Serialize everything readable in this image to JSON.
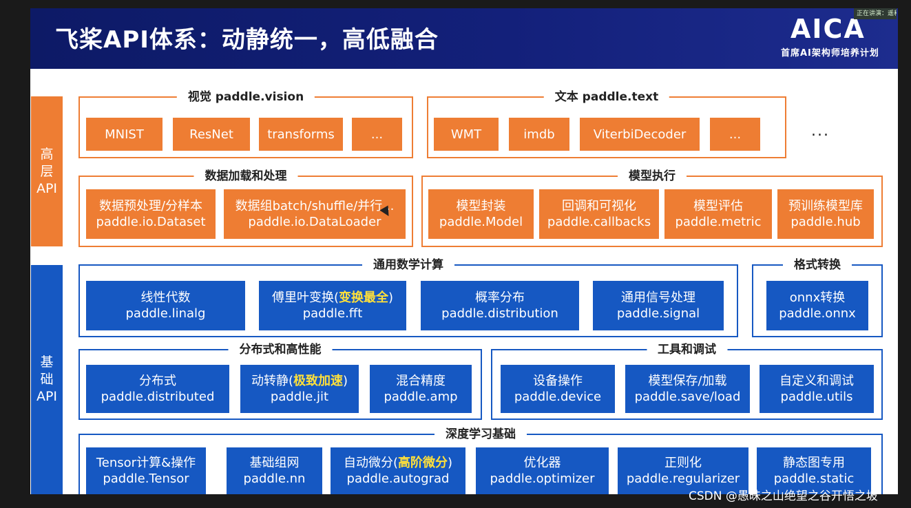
{
  "banner": {
    "title": "飞桨API体系：动静统一，高低融合",
    "brand_name": "AICA",
    "brand_sub": "首席AI架构师培养计划",
    "eval_badge": "正在讲演：遥和"
  },
  "sides": {
    "high_line1": "高",
    "high_line2": "层",
    "high_line3": "API",
    "base_line1": "基",
    "base_line2": "础",
    "base_line3": "API"
  },
  "groups": {
    "vision": {
      "label": "视觉 paddle.vision",
      "items": [
        "MNIST",
        "ResNet",
        "transforms",
        "..."
      ]
    },
    "text": {
      "label": "文本 paddle.text",
      "items": [
        "WMT",
        "imdb",
        "ViterbiDecoder",
        "..."
      ]
    },
    "more": "...",
    "data": {
      "label": "数据加载和处理",
      "items": [
        {
          "line1": "数据预处理/分样本",
          "line2": "paddle.io.Dataset"
        },
        {
          "line1": "数据组batch/shuffle/并行...",
          "line2": "paddle.io.DataLoader"
        }
      ]
    },
    "model": {
      "label": "模型执行",
      "items": [
        {
          "line1": "模型封装",
          "line2": "paddle.Model"
        },
        {
          "line1": "回调和可视化",
          "line2": "paddle.callbacks"
        },
        {
          "line1": "模型评估",
          "line2": "paddle.metric"
        },
        {
          "line1": "预训练模型库",
          "line2": "paddle.hub"
        }
      ]
    },
    "math": {
      "label": "通用数学计算",
      "items": [
        {
          "line1": "线性代数",
          "line2": "paddle.linalg"
        },
        {
          "line1a": "傅里叶变换(",
          "line1b": "变换最全",
          "line1c": ")",
          "line2": "paddle.fft"
        },
        {
          "line1": "概率分布",
          "line2": "paddle.distribution"
        },
        {
          "line1": "通用信号处理",
          "line2": "paddle.signal"
        }
      ]
    },
    "format": {
      "label": "格式转换",
      "items": [
        {
          "line1": "onnx转换",
          "line2": "paddle.onnx"
        }
      ]
    },
    "dist": {
      "label": "分布式和高性能",
      "items": [
        {
          "line1": "分布式",
          "line2": "paddle.distributed"
        },
        {
          "line1a": "动转静(",
          "line1b": "极致加速",
          "line1c": ")",
          "line2": "paddle.jit"
        },
        {
          "line1": "混合精度",
          "line2": "paddle.amp"
        }
      ]
    },
    "tools": {
      "label": "工具和调试",
      "items": [
        {
          "line1": "设备操作",
          "line2": "paddle.device"
        },
        {
          "line1": "模型保存/加载",
          "line2": "paddle.save/load"
        },
        {
          "line1": "自定义和调试",
          "line2": "paddle.utils"
        }
      ]
    },
    "dl": {
      "label": "深度学习基础",
      "items": [
        {
          "line1": "Tensor计算&操作",
          "line2": "paddle.Tensor"
        },
        {
          "line1": "基础组网",
          "line2": "paddle.nn"
        },
        {
          "line1a": "自动微分(",
          "line1b": "高阶微分",
          "line1c": ")",
          "line2": "paddle.autograd"
        },
        {
          "line1": "优化器",
          "line2": "paddle.optimizer"
        },
        {
          "line1": "正则化",
          "line2": "paddle.regularizer"
        },
        {
          "line1": "静态图专用",
          "line2": "paddle.static"
        }
      ]
    }
  },
  "watermark": "CSDN @愚昧之山绝望之谷开悟之坡",
  "colors": {
    "orange": "#ee7d33",
    "blue": "#1658c2",
    "highlight": "#ffe03a",
    "banner": "#13207a"
  }
}
